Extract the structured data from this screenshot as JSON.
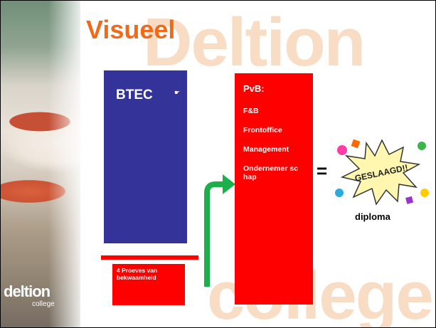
{
  "slide": {
    "title": "Visueel",
    "btec": {
      "label": "BTEC",
      "icon": "small-cursor-icon"
    },
    "proeven": {
      "label": "4 Proeves van bekwaamheid"
    },
    "pvb": {
      "title": "PvB:",
      "items": [
        "F&B",
        "Frontoffice",
        "Management",
        "Ondernemer schap"
      ]
    },
    "equals": "=",
    "image_text": "GESLAAGD!!",
    "diploma": "diploma"
  },
  "branding": {
    "watermark_top": "Deltion",
    "watermark_bottom": "college",
    "logo_main": "deltion",
    "logo_sub": "college"
  },
  "colors": {
    "title": "#f06a1a",
    "btec_box": "#333399",
    "red": "#ff0000",
    "arrow": "#1cb04a",
    "watermark": "#f9dcc4"
  }
}
